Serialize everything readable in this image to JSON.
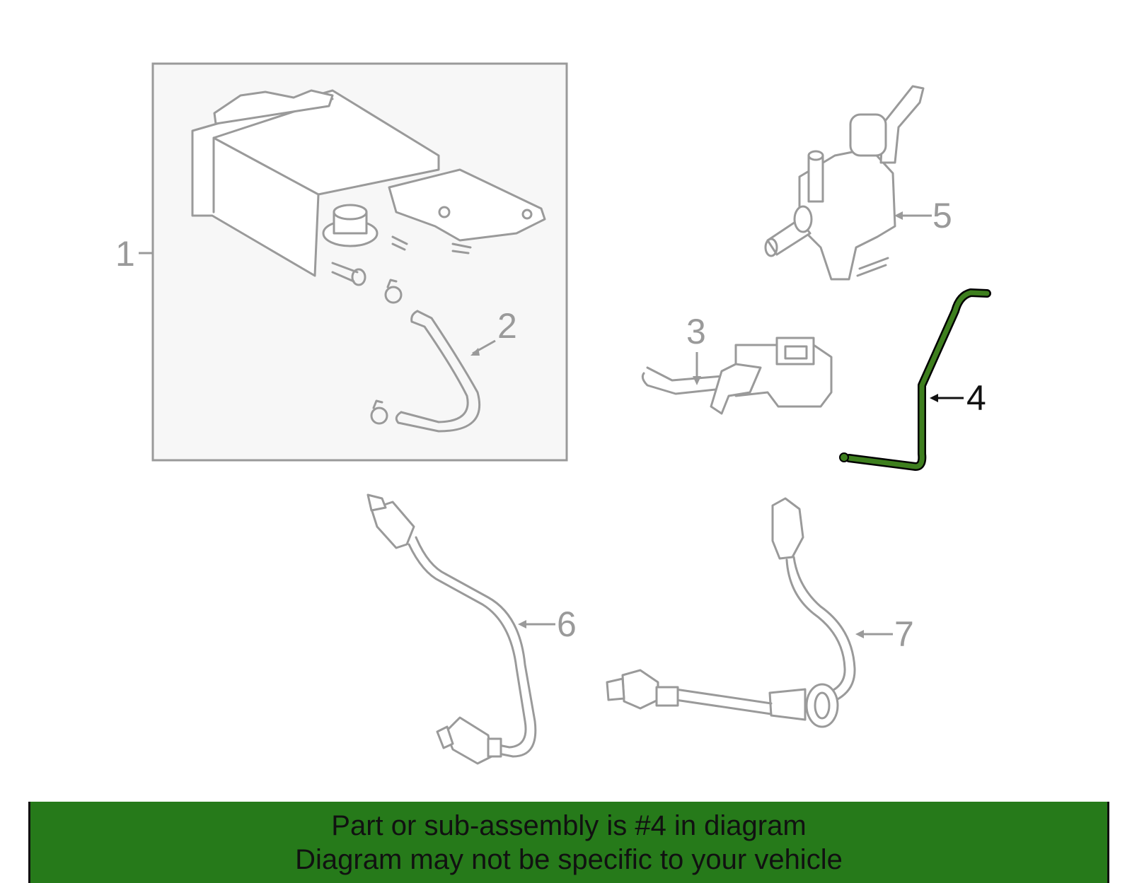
{
  "callouts": [
    "1",
    "2",
    "3",
    "4",
    "5",
    "6",
    "7"
  ],
  "highlighted_part": "4",
  "colors": {
    "highlight": "#3e7f1e",
    "banner": "#267a1a",
    "lineart": "#9a9a9a"
  },
  "banner": {
    "line1": "Part or sub-assembly is #4 in diagram",
    "line2": "Diagram may not be specific to your vehicle"
  }
}
